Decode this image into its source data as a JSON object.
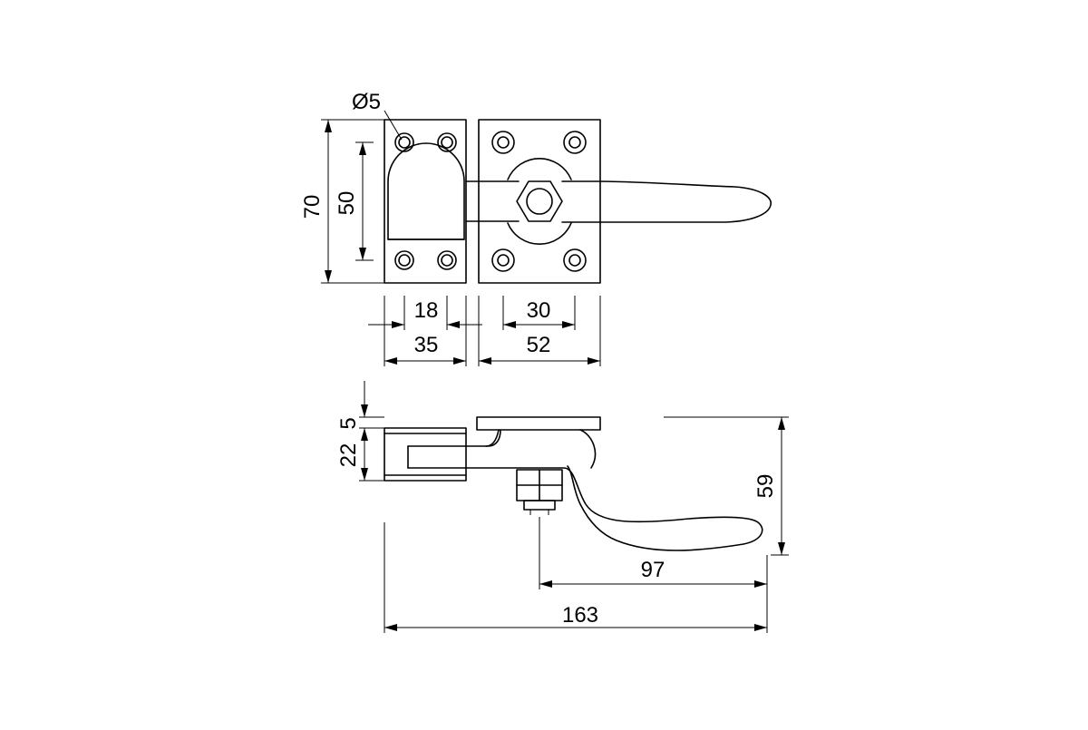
{
  "drawing": {
    "top_view": {
      "hole_callout": "Ø5",
      "dim_height_overall": "70",
      "dim_height_hole_spacing": "50",
      "dim_keeper_hole_spacing": "18",
      "dim_keeper_width": "35",
      "dim_base_hole_spacing": "30",
      "dim_base_width": "52"
    },
    "side_view": {
      "dim_plate_thickness": "5",
      "dim_keeper_height": "22",
      "dim_handle_drop": "59",
      "dim_handle_reach": "97",
      "dim_overall_length": "163"
    }
  }
}
